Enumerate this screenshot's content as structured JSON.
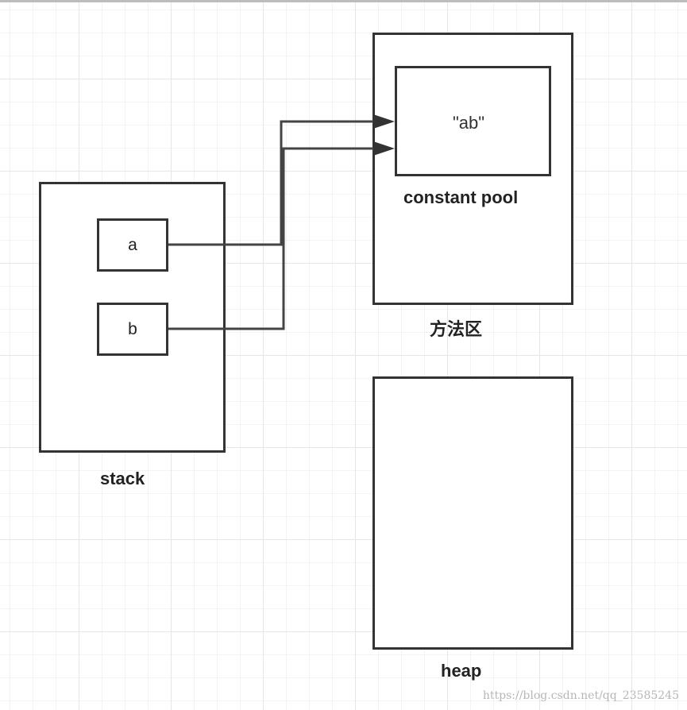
{
  "stack": {
    "label": "stack",
    "vars": [
      {
        "name": "a"
      },
      {
        "name": "b"
      }
    ]
  },
  "method_area": {
    "label": "方法区",
    "constant_pool": {
      "label": "constant pool",
      "literal": "\"ab\""
    }
  },
  "heap": {
    "label": "heap"
  },
  "watermark": "https://blog.csdn.net/qq_23585245",
  "colors": {
    "stroke": "#333333",
    "grid": "#e6e6e6"
  }
}
